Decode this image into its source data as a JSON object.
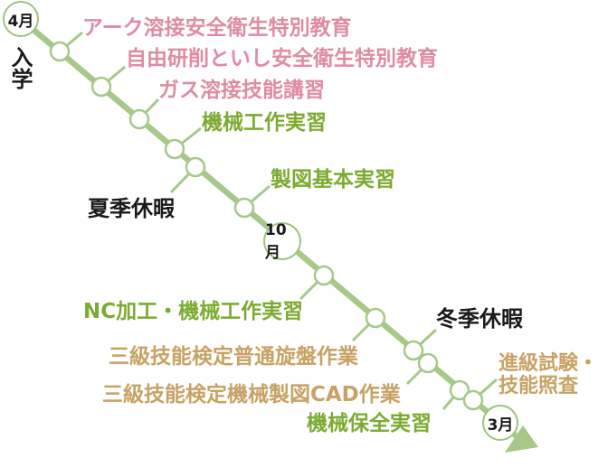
{
  "diagram": {
    "description": "School-year curriculum timeline from April to March",
    "months": {
      "start": "4月",
      "mid": "10月",
      "end": "3月"
    },
    "enrollment": "入学"
  },
  "events": [
    {
      "text": "アーク溶接安全衛生特別教育",
      "type": "safety-training",
      "color": "pink",
      "side": "above"
    },
    {
      "text": "自由研削といし安全衛生特別教育",
      "type": "safety-training",
      "color": "pink",
      "side": "above"
    },
    {
      "text": "ガス溶接技能講習",
      "type": "safety-training",
      "color": "pink",
      "side": "above"
    },
    {
      "text": "機械工作実習",
      "type": "practice",
      "color": "green",
      "side": "above"
    },
    {
      "text": "夏季休暇",
      "type": "vacation",
      "color": "black",
      "side": "below"
    },
    {
      "text": "製図基本実習",
      "type": "practice",
      "color": "green",
      "side": "above"
    },
    {
      "text": "NC加工・機械工作実習",
      "type": "practice",
      "color": "green",
      "side": "below"
    },
    {
      "text": "三級技能検定普通旋盤作業",
      "type": "certification",
      "color": "olive",
      "side": "below"
    },
    {
      "text": "冬季休暇",
      "type": "vacation",
      "color": "black",
      "side": "above"
    },
    {
      "text": "三級技能検定機械製図CAD作業",
      "type": "certification",
      "color": "olive",
      "side": "below"
    },
    {
      "text": "機械保全実習",
      "type": "practice",
      "color": "green",
      "side": "below"
    },
    {
      "text": "進級試験・\n技能照査",
      "type": "exam",
      "color": "olive",
      "side": "above"
    }
  ],
  "colors": {
    "pink": "#df8ca3",
    "green": "#7cab31",
    "olive": "#c7a264",
    "line_green": "#a6c889",
    "circle_stroke": "#9dc37e",
    "text_black": "#1a1a1a"
  }
}
